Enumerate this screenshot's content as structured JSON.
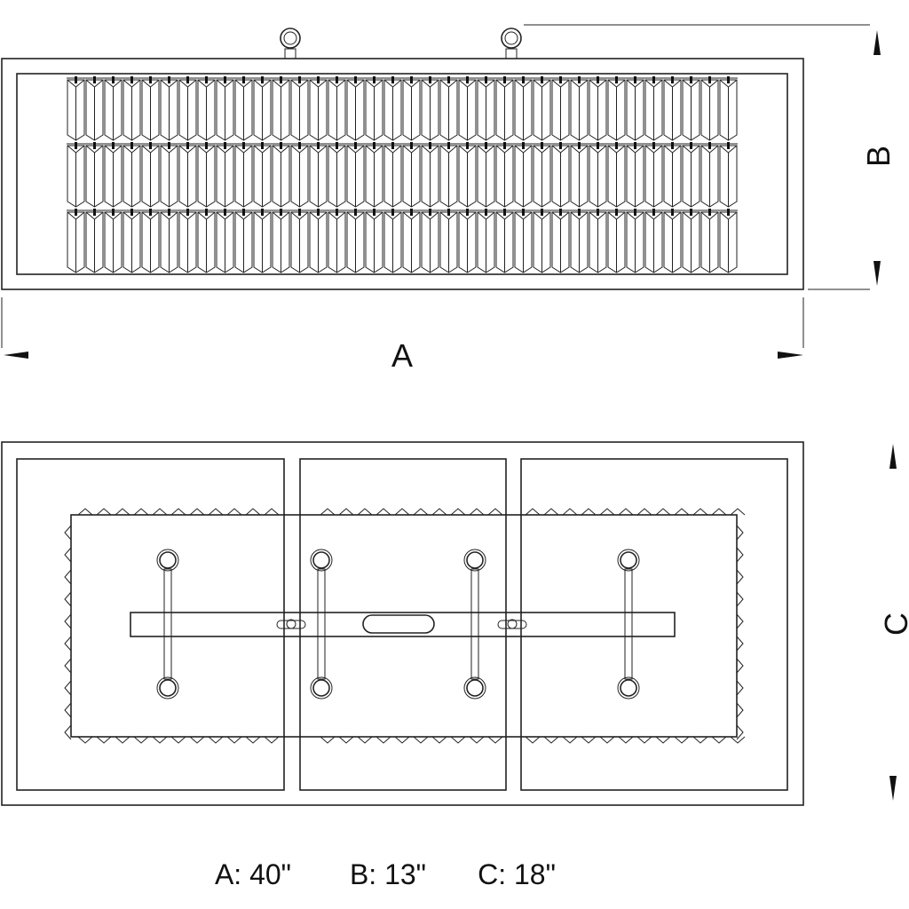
{
  "labels": {
    "a": "A",
    "b": "B",
    "c": "C"
  },
  "dimensions": {
    "a": "A: 40\"",
    "b": "B: 13\"",
    "c": "C: 18\""
  },
  "colors": {
    "line": "#222222",
    "background": "#ffffff"
  }
}
